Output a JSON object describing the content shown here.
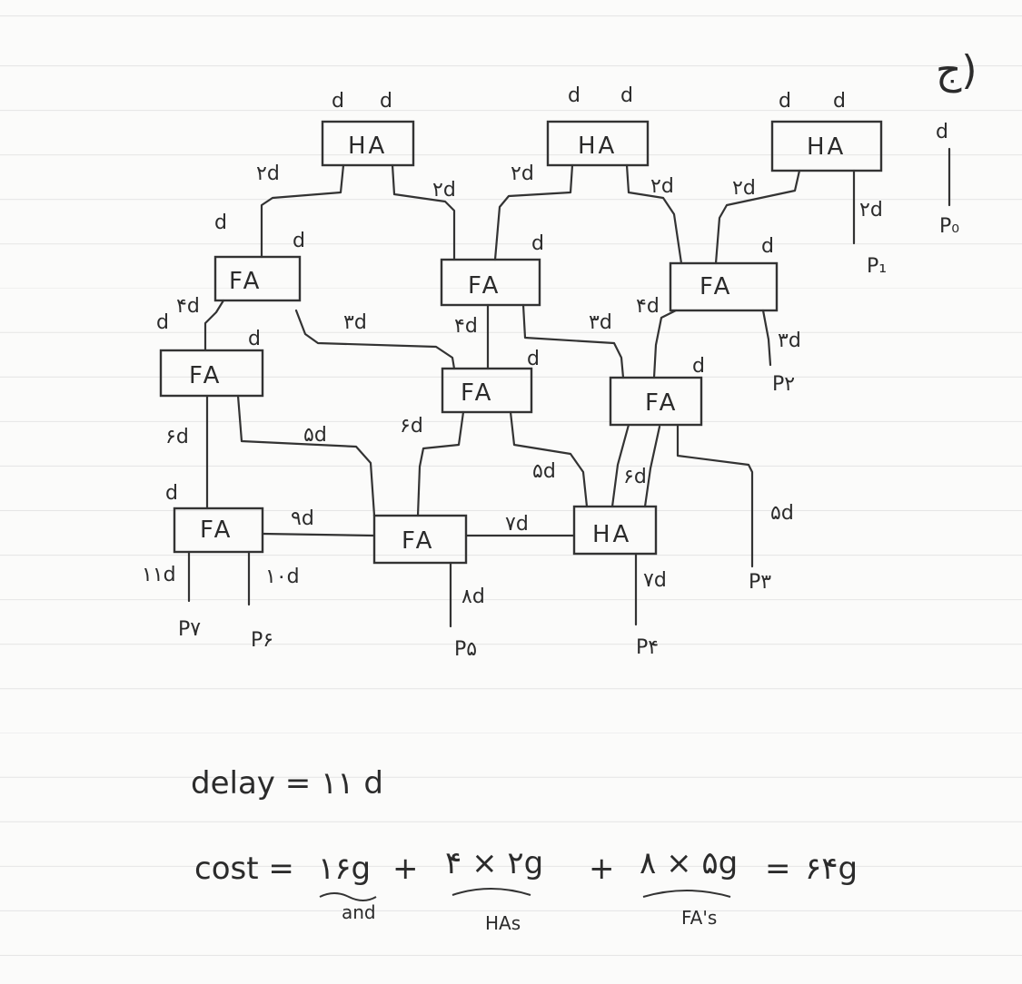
{
  "header": {
    "mark": "ج)"
  },
  "legend": {
    "input": "d",
    "output": "P₀"
  },
  "blocks": {
    "ha1": "HA",
    "ha2": "HA",
    "ha3": "HA",
    "fa1": "FA",
    "fa2": "FA",
    "fa3": "FA",
    "fa4": "FA",
    "fa5": "FA",
    "fa6": "FA",
    "fa7": "FA",
    "fa8": "FA",
    "ha4": "HA"
  },
  "inputs": {
    "ha1": [
      "d",
      "d"
    ],
    "ha2": [
      "d",
      "d"
    ],
    "ha3": [
      "d",
      "d"
    ],
    "fa1": [
      "d",
      "d"
    ],
    "fa2": [
      "d"
    ],
    "fa3": [
      "d"
    ],
    "fa4": [
      "d",
      "d"
    ],
    "fa5": [
      "d"
    ],
    "fa6": [
      "d"
    ],
    "fa7": [
      "d"
    ]
  },
  "delays": {
    "ha1_l": "۲d",
    "ha1_r": "۲d",
    "ha2_l": "۲d",
    "ha2_r": "۲d",
    "ha3_l": "۲d",
    "ha3_r": "۲d",
    "fa1_l": "۴d",
    "fa1_r": "۳d",
    "fa2_l": "۴d",
    "fa2_r": "۳d",
    "fa3_l": "۴d",
    "fa3_r": "۳d",
    "fa4_l": "۶d",
    "fa4_r": "۵d",
    "fa5_l": "۶d",
    "fa5_r": "۵d",
    "fa6_l": "۶d",
    "fa6_r": "۵d",
    "fa7_r": "۹d",
    "fa8_r": "۷d",
    "fa7_o1": "۱۱d",
    "fa7_o2": "۱۰d",
    "fa8_o": "۸d",
    "ha4_o": "۷d"
  },
  "outputs": {
    "p1": "P₁",
    "p2": "P۲",
    "p3": "P۳",
    "p4": "P۴",
    "p5": "P۵",
    "p6": "P۶",
    "p7": "P۷"
  },
  "summary": {
    "delay": "delay = ۱۱ d",
    "cost_prefix": "cost =",
    "and_term": "۱۶g",
    "plus1": "+",
    "ha_term": "۴ × ۲g",
    "plus2": "+",
    "fa_term": "۸ × ۵g",
    "equals": "=",
    "total": "۶۴g",
    "and_label": "and",
    "ha_label": "HAs",
    "fa_label": "FA's"
  }
}
